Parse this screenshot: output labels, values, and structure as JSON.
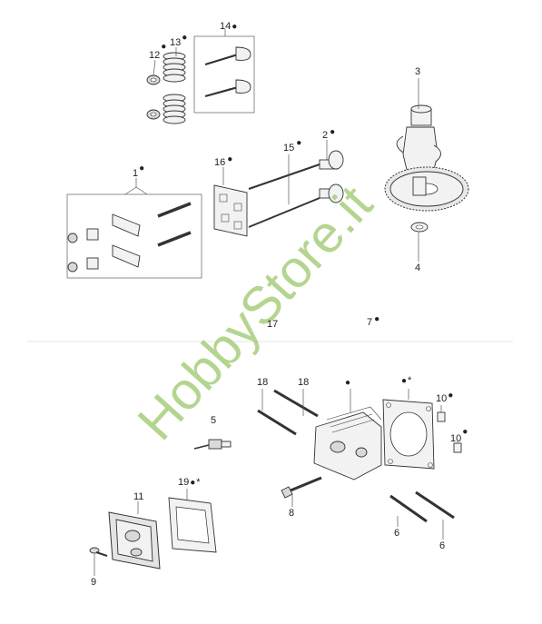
{
  "watermark": "HobbyStore.it",
  "symbols": {
    "dot": "●",
    "star": "*"
  },
  "labels": [
    {
      "id": "l14",
      "text": "14",
      "dot": true,
      "star": false
    },
    {
      "id": "l13",
      "text": "13",
      "dot": true,
      "star": false
    },
    {
      "id": "l12",
      "text": "12",
      "dot": true,
      "star": false
    },
    {
      "id": "l3",
      "text": "3",
      "dot": false,
      "star": false
    },
    {
      "id": "l2",
      "text": "2",
      "dot": true,
      "star": false
    },
    {
      "id": "l15",
      "text": "15",
      "dot": true,
      "star": false
    },
    {
      "id": "l16",
      "text": "16",
      "dot": true,
      "star": false
    },
    {
      "id": "l1",
      "text": "1",
      "dot": true,
      "star": false
    },
    {
      "id": "l4",
      "text": "4",
      "dot": false,
      "star": false
    },
    {
      "id": "l17",
      "text": "17",
      "dot": false,
      "star": false
    },
    {
      "id": "l7",
      "text": "7",
      "dot": true,
      "star": false
    },
    {
      "id": "l18a",
      "text": "18",
      "dot": false,
      "star": false
    },
    {
      "id": "l18b",
      "text": "18",
      "dot": false,
      "star": false
    },
    {
      "id": "lhead",
      "text": "",
      "dot": true,
      "star": false
    },
    {
      "id": "lgasket",
      "text": "",
      "dot": true,
      "star": true
    },
    {
      "id": "l10a",
      "text": "10",
      "dot": true,
      "star": false
    },
    {
      "id": "l10b",
      "text": "10",
      "dot": true,
      "star": false
    },
    {
      "id": "l5",
      "text": "5",
      "dot": false,
      "star": false
    },
    {
      "id": "l19",
      "text": "19",
      "dot": true,
      "star": true
    },
    {
      "id": "l11",
      "text": "11",
      "dot": false,
      "star": false
    },
    {
      "id": "l8",
      "text": "8",
      "dot": false,
      "star": false
    },
    {
      "id": "l6a",
      "text": "6",
      "dot": false,
      "star": false
    },
    {
      "id": "l6b",
      "text": "6",
      "dot": false,
      "star": false
    },
    {
      "id": "l9",
      "text": "9",
      "dot": false,
      "star": false
    }
  ]
}
